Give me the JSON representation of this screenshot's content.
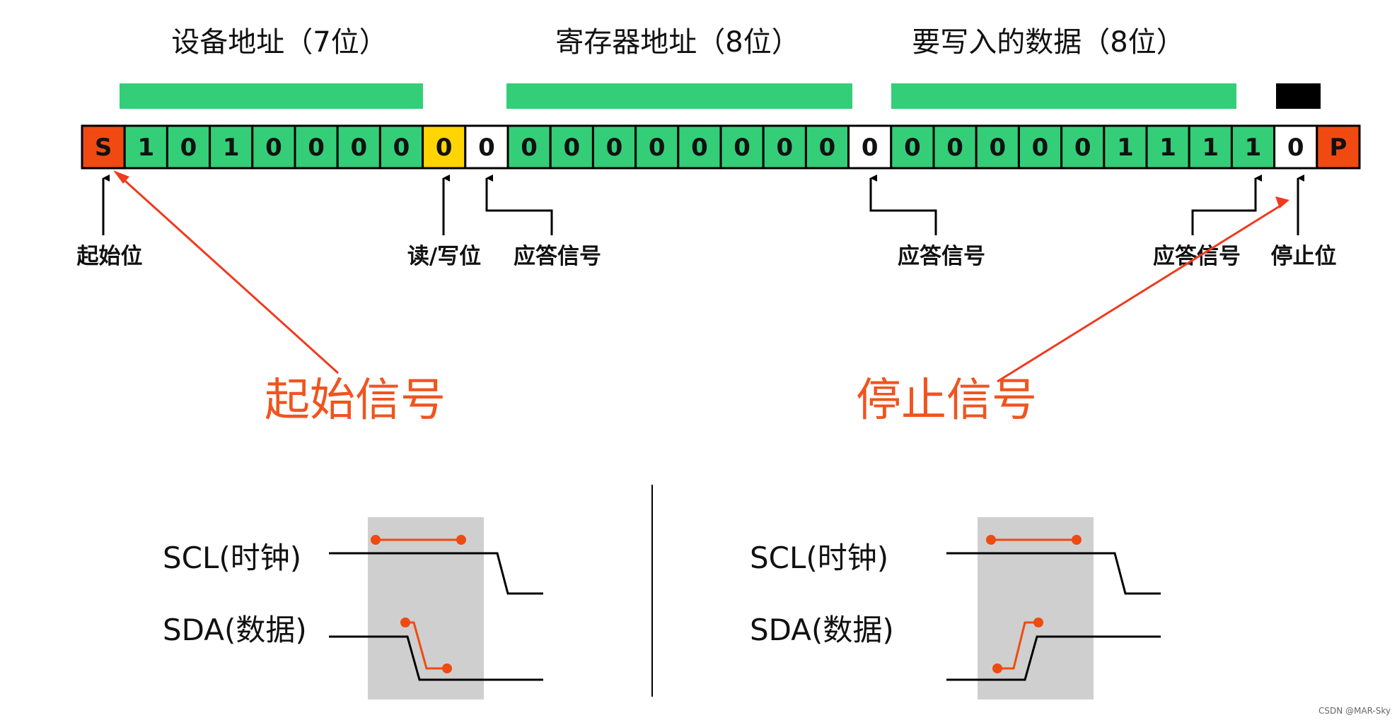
{
  "headers": {
    "device_address": "设备地址（7位）",
    "register_address": "寄存器地址（8位）",
    "data": "要写入的数据（8位）"
  },
  "bits": [
    "S",
    "1",
    "0",
    "1",
    "0",
    "0",
    "0",
    "0",
    "0",
    "0",
    "0",
    "0",
    "0",
    "0",
    "0",
    "0",
    "0",
    "0",
    "0",
    "0",
    "0",
    "0",
    "0",
    "0",
    "1",
    "1",
    "1",
    "1",
    "0",
    "P"
  ],
  "bit_kinds": [
    "start",
    "data",
    "data",
    "data",
    "data",
    "data",
    "data",
    "data",
    "rw",
    "ack",
    "data",
    "data",
    "data",
    "data",
    "data",
    "data",
    "data",
    "data",
    "ack",
    "data",
    "data",
    "data",
    "data",
    "data",
    "data",
    "data",
    "data",
    "data",
    "ack",
    "stop"
  ],
  "labels": {
    "start_bit": "起始位",
    "rw_bit": "读/写位",
    "ack1": "应答信号",
    "ack2": "应答信号",
    "ack3": "应答信号",
    "stop_bit": "停止位"
  },
  "callouts": {
    "start_signal": "起始信号",
    "stop_signal": "停止信号"
  },
  "signals": {
    "scl_left": "SCL(时钟)",
    "sda_left": "SDA(数据)",
    "scl_right": "SCL(时钟)",
    "sda_right": "SDA(数据)"
  },
  "watermark": "CSDN @MAR-Sky",
  "colors": {
    "green": "#34ce78",
    "start_stop": "#f04a12",
    "rw": "#ffd400",
    "ack": "#ffffff",
    "callout_red": "#ef3a1e",
    "callout_text": "#f0541e",
    "marker": "#ef4a12",
    "shade": "#cfcfcf"
  }
}
